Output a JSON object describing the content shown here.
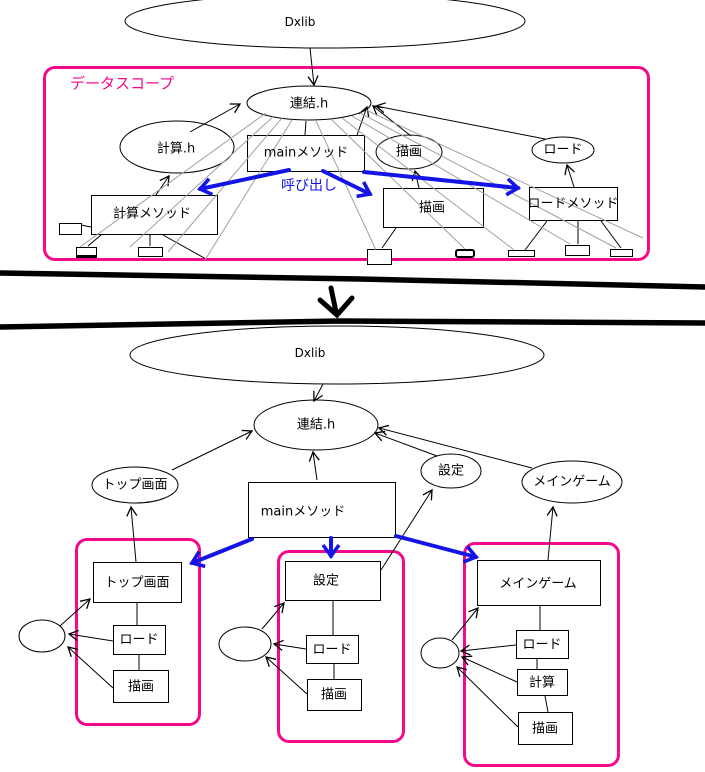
{
  "colors": {
    "pink": "#f5088c",
    "blue": "#1414e6",
    "gray": "#a0a0a0",
    "black": "#000000"
  },
  "top_diagram": {
    "dxlib": "Dxlib",
    "scope_label": "データスコープ",
    "renketsu": "連結.h",
    "keisan_h": "計算.h",
    "main_method": "mainメソッド",
    "byouga_ellipse": "描画",
    "load_ellipse": "ロード",
    "keisan_method": "計算メソッド",
    "byouga_rect": "描画",
    "load_method": "ロードメソッド",
    "call_label": "呼び出し"
  },
  "bottom_diagram": {
    "dxlib": "Dxlib",
    "renketsu": "連結.h",
    "top_screen_ellipse": "トップ画面",
    "settings_ellipse": "設定",
    "maingame_ellipse": "メインゲーム",
    "main_method": "mainメソッド",
    "groups": {
      "top_screen": {
        "title": "トップ画面",
        "items": [
          "ロード",
          "描画"
        ]
      },
      "settings": {
        "title": "設定",
        "items": [
          "ロード",
          "描画"
        ]
      },
      "maingame": {
        "title": "メインゲーム",
        "items": [
          "ロード",
          "計算",
          "描画"
        ]
      }
    }
  }
}
